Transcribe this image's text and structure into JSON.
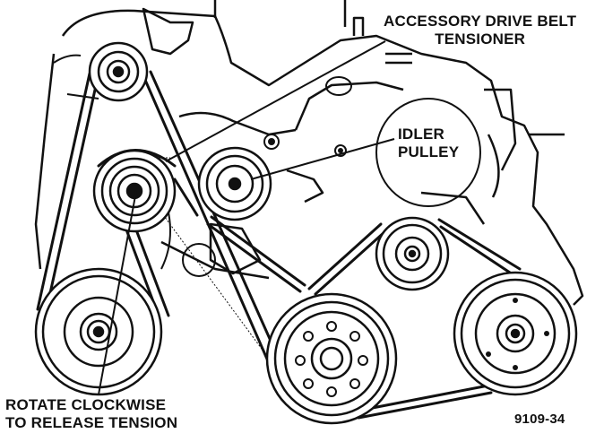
{
  "labels": {
    "tensioner": [
      "ACCESSORY DRIVE BELT",
      "TENSIONER"
    ],
    "idler": [
      "IDLER",
      "PULLEY"
    ],
    "rotate": [
      "ROTATE CLOCKWISE",
      "TO RELEASE TENSION"
    ],
    "figure_number": "9109-34"
  },
  "colors": {
    "ink": "#111111",
    "paper": "#ffffff"
  }
}
